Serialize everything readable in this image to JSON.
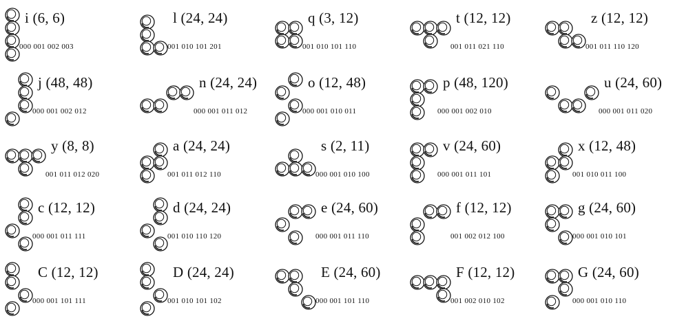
{
  "shapes": [
    {
      "id": "i",
      "label": "i (6, 6)",
      "codes": "000 001 002 003",
      "balls": [
        [
          0,
          0
        ],
        [
          0,
          1
        ],
        [
          0,
          2
        ],
        [
          0,
          3
        ]
      ]
    },
    {
      "id": "l",
      "label": "l (24, 24)",
      "codes": "001 010 101 201",
      "balls": [
        [
          0,
          0
        ],
        [
          0,
          1
        ],
        [
          0,
          2
        ],
        [
          1,
          2
        ]
      ]
    },
    {
      "id": "q",
      "label": "q (3, 12)",
      "codes": "001 010 101 110",
      "balls": [
        [
          0,
          0
        ],
        [
          1,
          0
        ],
        [
          0,
          1
        ],
        [
          1,
          1
        ]
      ]
    },
    {
      "id": "t",
      "label": "t (12, 12)",
      "codes": "001 011 021 110",
      "balls": [
        [
          0,
          0
        ],
        [
          1,
          0
        ],
        [
          2,
          0
        ],
        [
          1,
          1
        ]
      ]
    },
    {
      "id": "z",
      "label": "z (12, 12)",
      "codes": "001 011 110 120",
      "balls": [
        [
          0,
          0
        ],
        [
          1,
          0
        ],
        [
          1,
          1
        ],
        [
          2,
          1
        ]
      ]
    },
    {
      "id": "j",
      "label": "j (48, 48)",
      "codes": "000 001 002 012",
      "balls": [
        [
          1,
          0
        ],
        [
          1,
          1
        ],
        [
          1,
          2
        ],
        [
          0,
          3
        ]
      ]
    },
    {
      "id": "n",
      "label": "n (24, 24)",
      "codes": "000 001 011 012",
      "balls": [
        [
          0,
          1
        ],
        [
          1,
          1
        ],
        [
          2,
          0
        ],
        [
          3,
          0
        ]
      ]
    },
    {
      "id": "o",
      "label": "o (12, 48)",
      "codes": "000 001 010 011",
      "balls": [
        [
          1,
          0
        ],
        [
          0,
          1
        ],
        [
          1,
          2
        ],
        [
          0,
          3
        ]
      ]
    },
    {
      "id": "p",
      "label": "p (48, 120)",
      "codes": "000 001 002 010",
      "balls": [
        [
          0,
          0
        ],
        [
          1,
          0
        ],
        [
          0,
          1
        ],
        [
          0,
          2
        ]
      ]
    },
    {
      "id": "u",
      "label": "u (24, 60)",
      "codes": "000 001 011 020",
      "balls": [
        [
          0,
          0
        ],
        [
          1,
          1
        ],
        [
          2,
          1
        ],
        [
          3,
          0
        ]
      ]
    },
    {
      "id": "y",
      "label": "y (8, 8)",
      "codes": "001 011 012 020",
      "balls": [
        [
          0,
          0
        ],
        [
          1,
          0
        ],
        [
          2,
          0
        ],
        [
          1,
          1
        ]
      ]
    },
    {
      "id": "a",
      "label": "a (24, 24)",
      "codes": "001 011 012 110",
      "balls": [
        [
          1,
          0
        ],
        [
          0,
          1
        ],
        [
          1,
          1
        ],
        [
          0,
          2
        ]
      ]
    },
    {
      "id": "s",
      "label": "s (2, 11)",
      "codes": "000 001 010 100",
      "balls": [
        [
          1,
          0
        ],
        [
          0,
          1
        ],
        [
          1,
          1
        ],
        [
          2,
          1
        ]
      ]
    },
    {
      "id": "v",
      "label": "v (24, 60)",
      "codes": "000 001 011 101",
      "balls": [
        [
          0,
          0
        ],
        [
          1,
          0
        ],
        [
          0,
          1
        ],
        [
          0,
          2
        ]
      ]
    },
    {
      "id": "x",
      "label": "x (12, 48)",
      "codes": "001 010 011 100",
      "balls": [
        [
          1,
          0
        ],
        [
          0,
          1
        ],
        [
          1,
          1
        ],
        [
          0,
          2
        ]
      ]
    },
    {
      "id": "c",
      "label": "c (12, 12)",
      "codes": "000 001 011 111",
      "balls": [
        [
          1,
          0
        ],
        [
          1,
          1
        ],
        [
          0,
          2
        ],
        [
          1,
          3
        ]
      ]
    },
    {
      "id": "d",
      "label": "d (24, 24)",
      "codes": "001 010 110 120",
      "balls": [
        [
          1,
          0
        ],
        [
          1,
          1
        ],
        [
          0,
          2
        ],
        [
          1,
          3
        ]
      ]
    },
    {
      "id": "e",
      "label": "e (24, 60)",
      "codes": "000 001 011 110",
      "balls": [
        [
          1,
          0
        ],
        [
          2,
          0
        ],
        [
          0,
          1
        ],
        [
          1,
          2
        ]
      ]
    },
    {
      "id": "f",
      "label": "f (12, 12)",
      "codes": "001 002 012 100",
      "balls": [
        [
          1,
          0
        ],
        [
          2,
          0
        ],
        [
          0,
          1
        ],
        [
          0,
          2
        ]
      ]
    },
    {
      "id": "g",
      "label": "g (24, 60)",
      "codes": "000 001 010 101",
      "balls": [
        [
          0,
          0
        ],
        [
          1,
          0
        ],
        [
          0,
          1
        ],
        [
          1,
          2
        ]
      ]
    },
    {
      "id": "C",
      "label": "C (12, 12)",
      "codes": "000 001 101 111",
      "balls": [
        [
          0,
          0
        ],
        [
          0,
          1
        ],
        [
          1,
          2
        ],
        [
          0,
          3
        ]
      ]
    },
    {
      "id": "D",
      "label": "D (24, 24)",
      "codes": "001 010 101 102",
      "balls": [
        [
          0,
          0
        ],
        [
          0,
          1
        ],
        [
          1,
          2
        ],
        [
          0,
          3
        ]
      ]
    },
    {
      "id": "E",
      "label": "E (24, 60)",
      "codes": "000 001 101 110",
      "balls": [
        [
          0,
          0
        ],
        [
          1,
          0
        ],
        [
          1,
          1
        ],
        [
          2,
          2
        ]
      ]
    },
    {
      "id": "F",
      "label": "F (12, 12)",
      "codes": "001 002 010 102",
      "balls": [
        [
          0,
          0
        ],
        [
          1,
          0
        ],
        [
          2,
          0
        ],
        [
          2,
          1
        ]
      ]
    },
    {
      "id": "G",
      "label": "G (24, 60)",
      "codes": "000 001 010 110",
      "balls": [
        [
          0,
          0
        ],
        [
          1,
          0
        ],
        [
          1,
          1
        ],
        [
          0,
          2
        ]
      ]
    }
  ]
}
